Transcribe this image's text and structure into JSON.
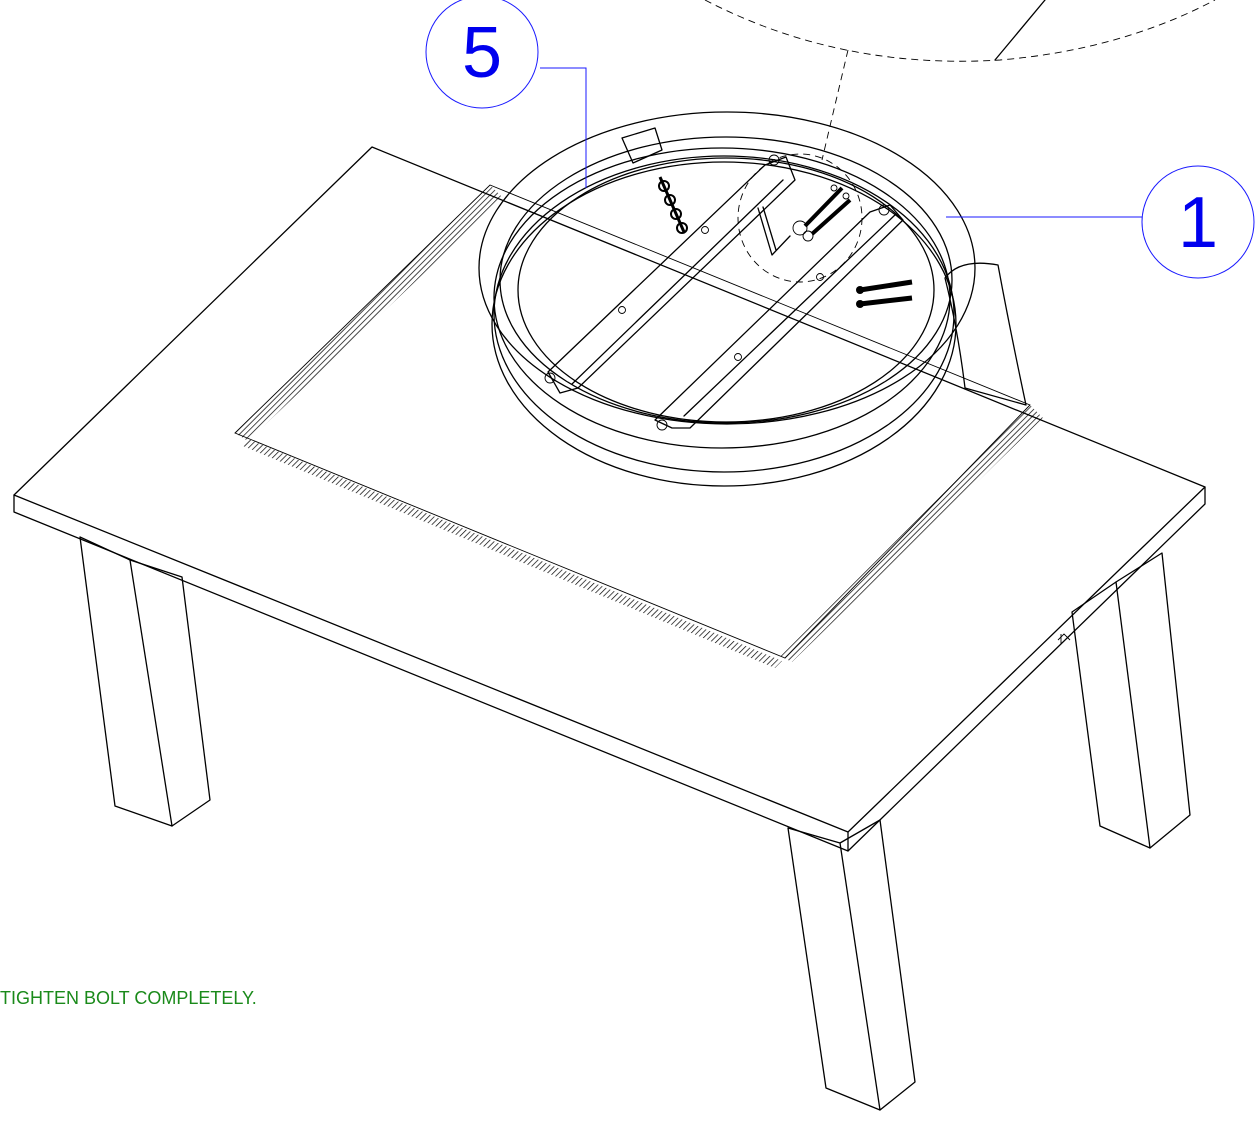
{
  "callouts": [
    {
      "id": "part-5",
      "label": "5"
    },
    {
      "id": "part-1",
      "label": "1"
    }
  ],
  "note": "TIGHTEN BOLT COMPLETELY.",
  "colors": {
    "callout": "#1a1aff",
    "note": "#1a8a1a",
    "linework": "#000000"
  }
}
